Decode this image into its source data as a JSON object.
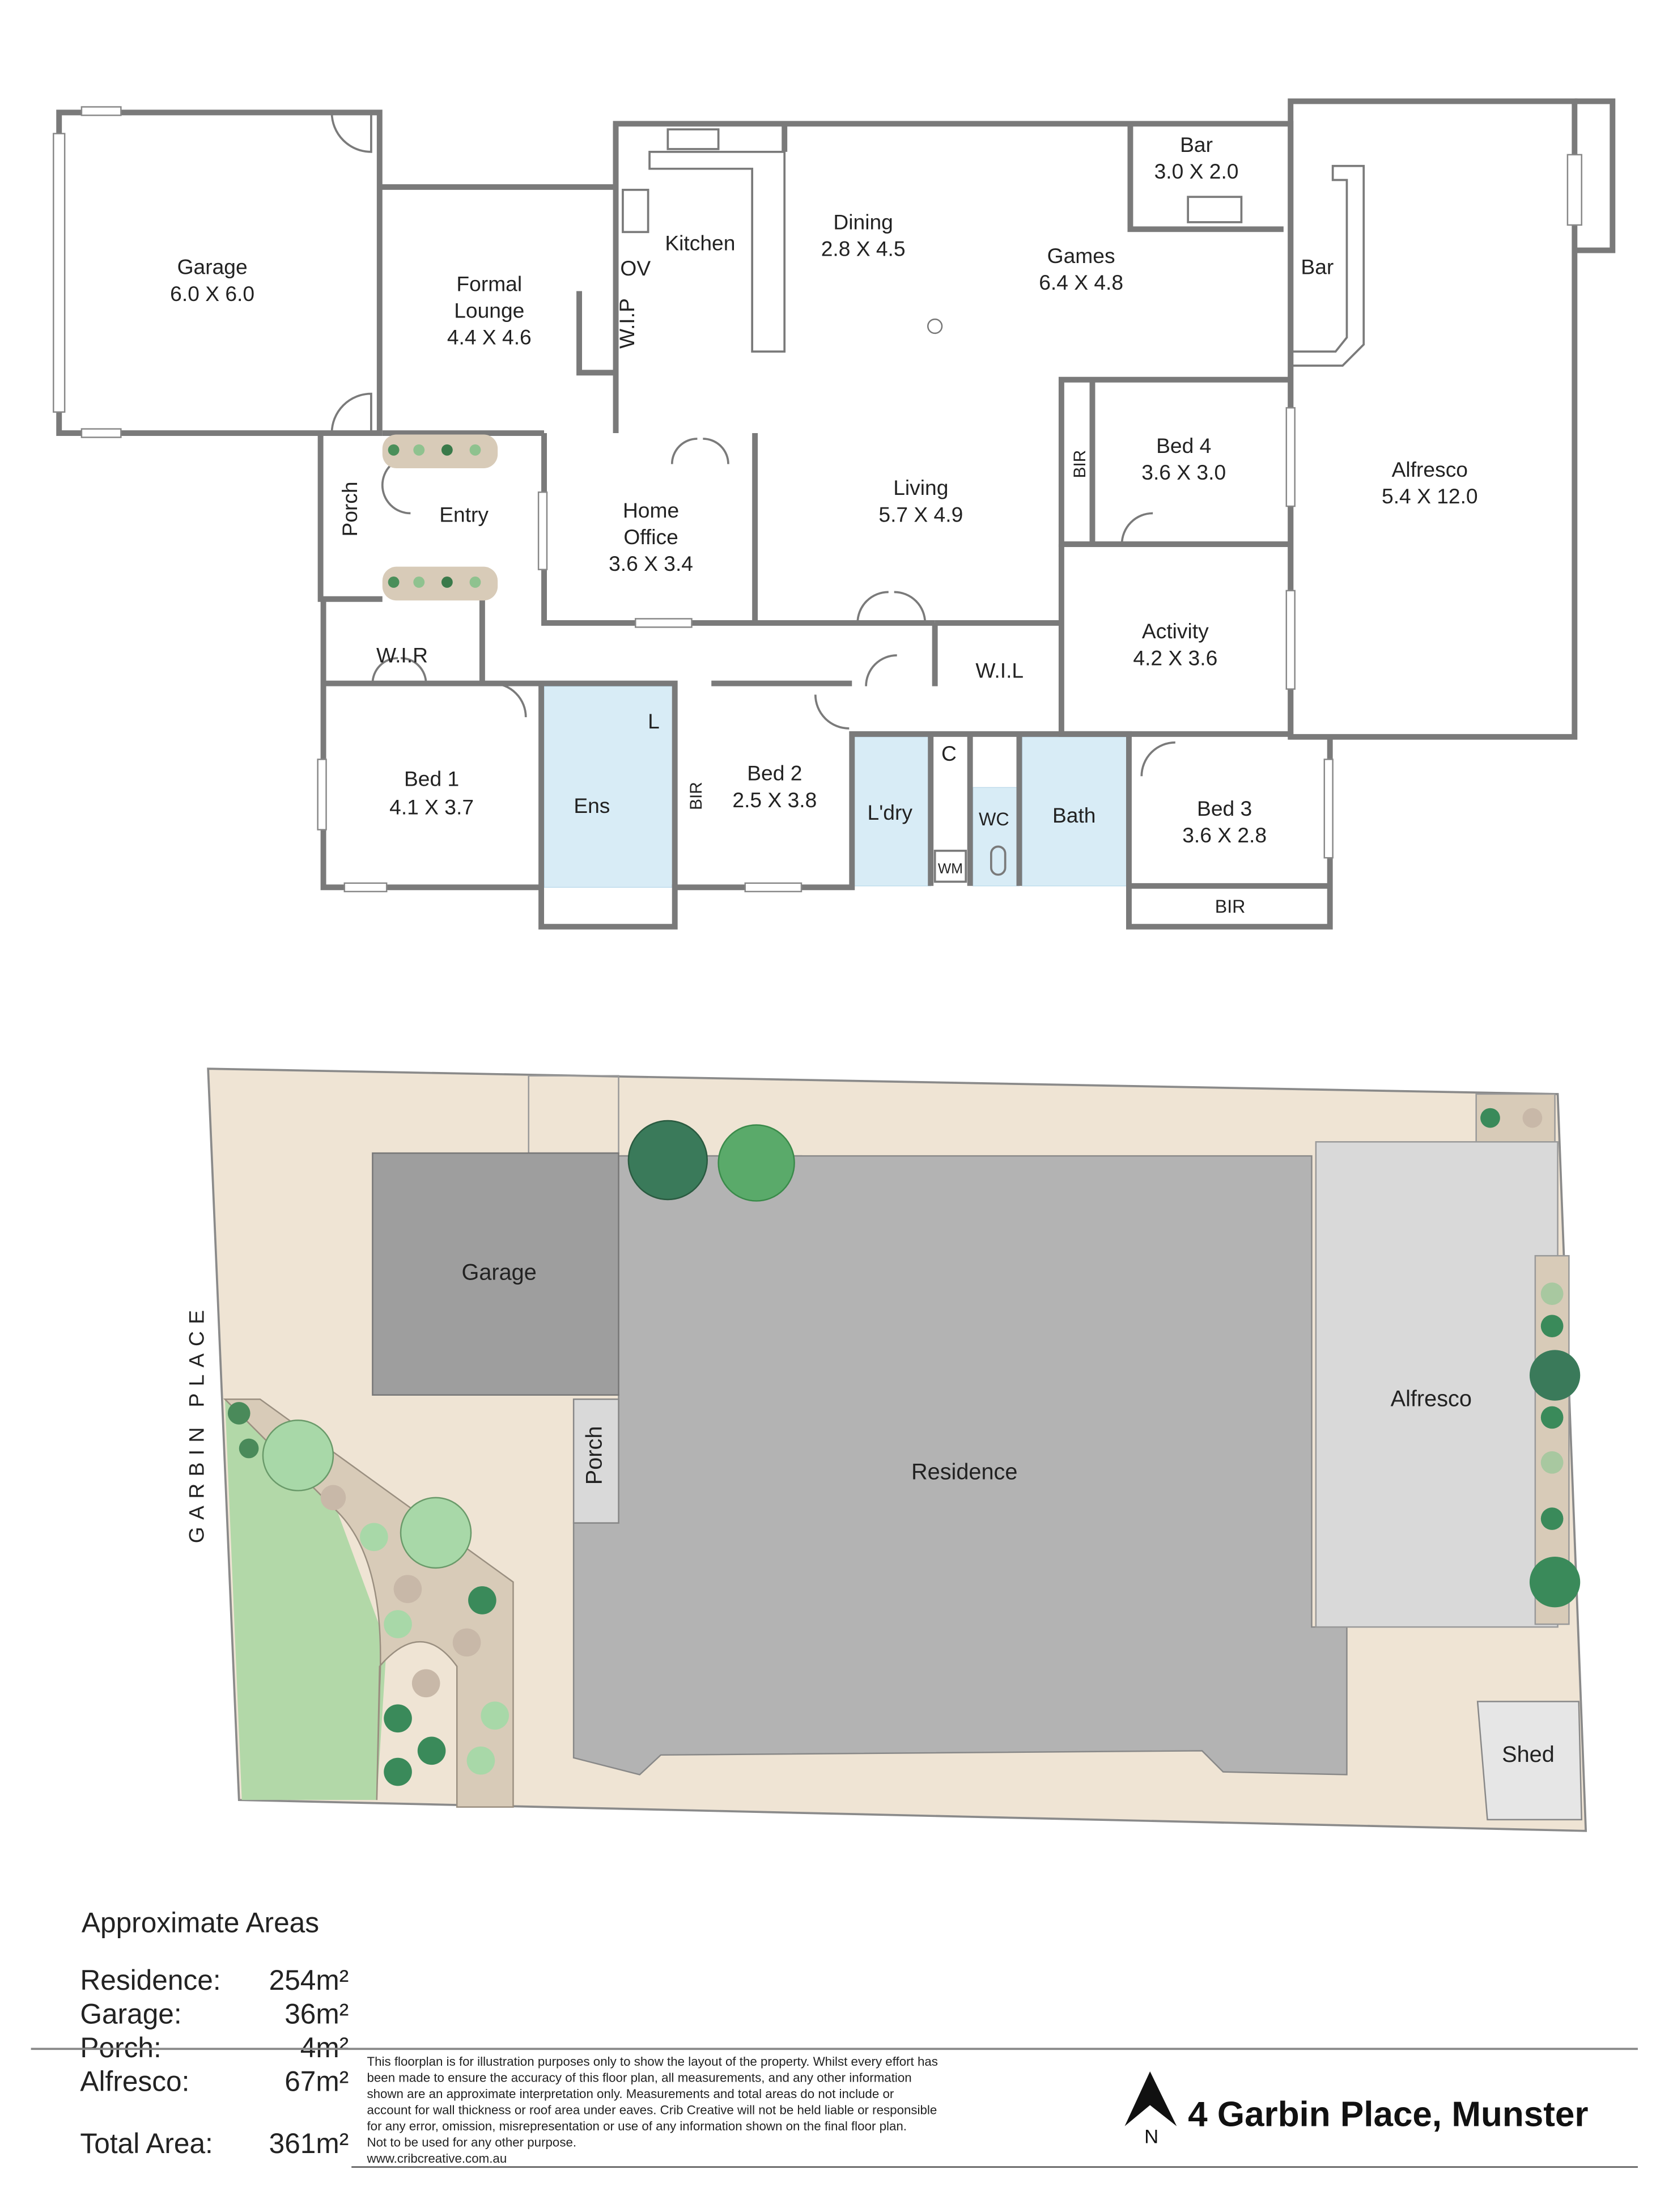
{
  "floor_plan": {
    "garage": {
      "name": "Garage",
      "dims": "6.0 X 6.0"
    },
    "formal_lounge": {
      "name1": "Formal",
      "name2": "Lounge",
      "dims": "4.4 X 4.6"
    },
    "kitchen": {
      "name": "Kitchen"
    },
    "oven": {
      "name": "OV"
    },
    "wip": {
      "name": "W.I.P"
    },
    "dining": {
      "name": "Dining",
      "dims": "2.8 X 4.5"
    },
    "games": {
      "name": "Games",
      "dims": "6.4 X 4.8"
    },
    "bar_room": {
      "name": "Bar",
      "dims": "3.0 X 2.0"
    },
    "bar_alfresco": {
      "name": "Bar"
    },
    "alfresco": {
      "name": "Alfresco",
      "dims": "5.4 X 12.0"
    },
    "bir_bed4": {
      "name": "BIR"
    },
    "bed4": {
      "name": "Bed 4",
      "dims": "3.6 X 3.0"
    },
    "living": {
      "name": "Living",
      "dims": "5.7 X 4.9"
    },
    "home_office": {
      "name1": "Home",
      "name2": "Office",
      "dims": "3.6 X 3.4"
    },
    "entry": {
      "name": "Entry"
    },
    "porch": {
      "name": "Porch"
    },
    "activity": {
      "name": "Activity",
      "dims": "4.2 X 3.6"
    },
    "wil": {
      "name": "W.I.L"
    },
    "wir": {
      "name": "W.I.R"
    },
    "bed1": {
      "name": "Bed 1",
      "dims": "4.1 X 3.7"
    },
    "ensuite": {
      "name": "Ens"
    },
    "linen": {
      "name": "L"
    },
    "bir_bed2": {
      "name": "BIR"
    },
    "bed2": {
      "name": "Bed 2",
      "dims": "2.5 X 3.8"
    },
    "cupboard": {
      "name": "C"
    },
    "laundry": {
      "name": "L'dry"
    },
    "wc": {
      "name": "WC"
    },
    "wm": {
      "name": "WM"
    },
    "bath": {
      "name": "Bath"
    },
    "bed3": {
      "name": "Bed 3",
      "dims": "3.6 X 2.8"
    },
    "bir_bed3": {
      "name": "BIR"
    }
  },
  "site_plan": {
    "street": "GARBIN PLACE",
    "garage": "Garage",
    "porch": "Porch",
    "residence": "Residence",
    "alfresco": "Alfresco",
    "shed": "Shed"
  },
  "areas": {
    "title": "Approximate Areas",
    "rows": [
      {
        "label": "Residence:",
        "value": "254m²"
      },
      {
        "label": "Garage:",
        "value": "36m²"
      },
      {
        "label": "Porch:",
        "value": "4m²"
      },
      {
        "label": "Alfresco:",
        "value": "67m²"
      }
    ],
    "total_label": "Total Area:",
    "total_value": "361m²"
  },
  "disclaimer": [
    "This floorplan is for illustration purposes only to show the layout of the property. Whilst every effort has",
    "been made to ensure the accuracy of this floor plan, all measurements, and any other information",
    "shown are an approximate interpretation only. Measurements and total areas do not include or",
    "account for wall thickness or roof area under eaves. Crib Creative will not be held liable or responsible",
    "for any error, omission, misrepresentation or use of any information shown on the final floor plan.",
    "Not to be used for any other purpose.",
    "www.cribcreative.com.au"
  ],
  "title": {
    "address": "4 Garbin Place, Munster",
    "north_label": "N"
  },
  "colors": {
    "wall": "#7a7a7a",
    "land": "#efe4d4",
    "residence": "#b3b3b3",
    "garage": "#9e9e9e",
    "alfresco": "#d9d9d9",
    "lawn": "#b2d8a8",
    "wet_area": "#d8ecf6"
  }
}
